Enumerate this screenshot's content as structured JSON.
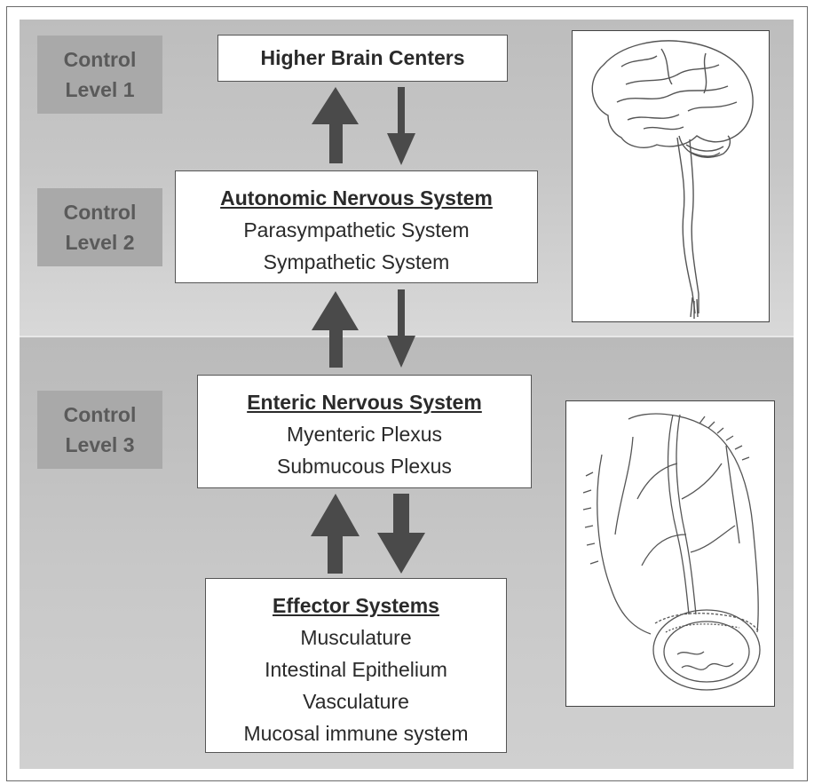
{
  "levels": [
    {
      "line1": "Control",
      "line2": "Level 1"
    },
    {
      "line1": "Control",
      "line2": "Level 2"
    },
    {
      "line1": "Control",
      "line2": "Level 3"
    }
  ],
  "boxes": {
    "higher": {
      "title": "Higher Brain Centers"
    },
    "autonomic": {
      "title": "Autonomic Nervous System",
      "items": [
        "Parasympathetic System",
        "Sympathetic System"
      ]
    },
    "enteric": {
      "title": "Enteric Nervous System",
      "items": [
        "Myenteric Plexus",
        "Submucous Plexus"
      ]
    },
    "effector": {
      "title": "Effector Systems",
      "items": [
        "Musculature",
        "Intestinal Epithelium",
        "Vasculature",
        "Mucosal immune system"
      ]
    }
  },
  "colors": {
    "arrow": "#4a4a4a",
    "level_tag_bg": "#a9a9a9",
    "level_tag_text": "#5a5a5a"
  },
  "icons": {
    "brain_figure": "brain-spinal-cord-illustration",
    "intestine_figure": "intestine-cross-section-illustration"
  }
}
